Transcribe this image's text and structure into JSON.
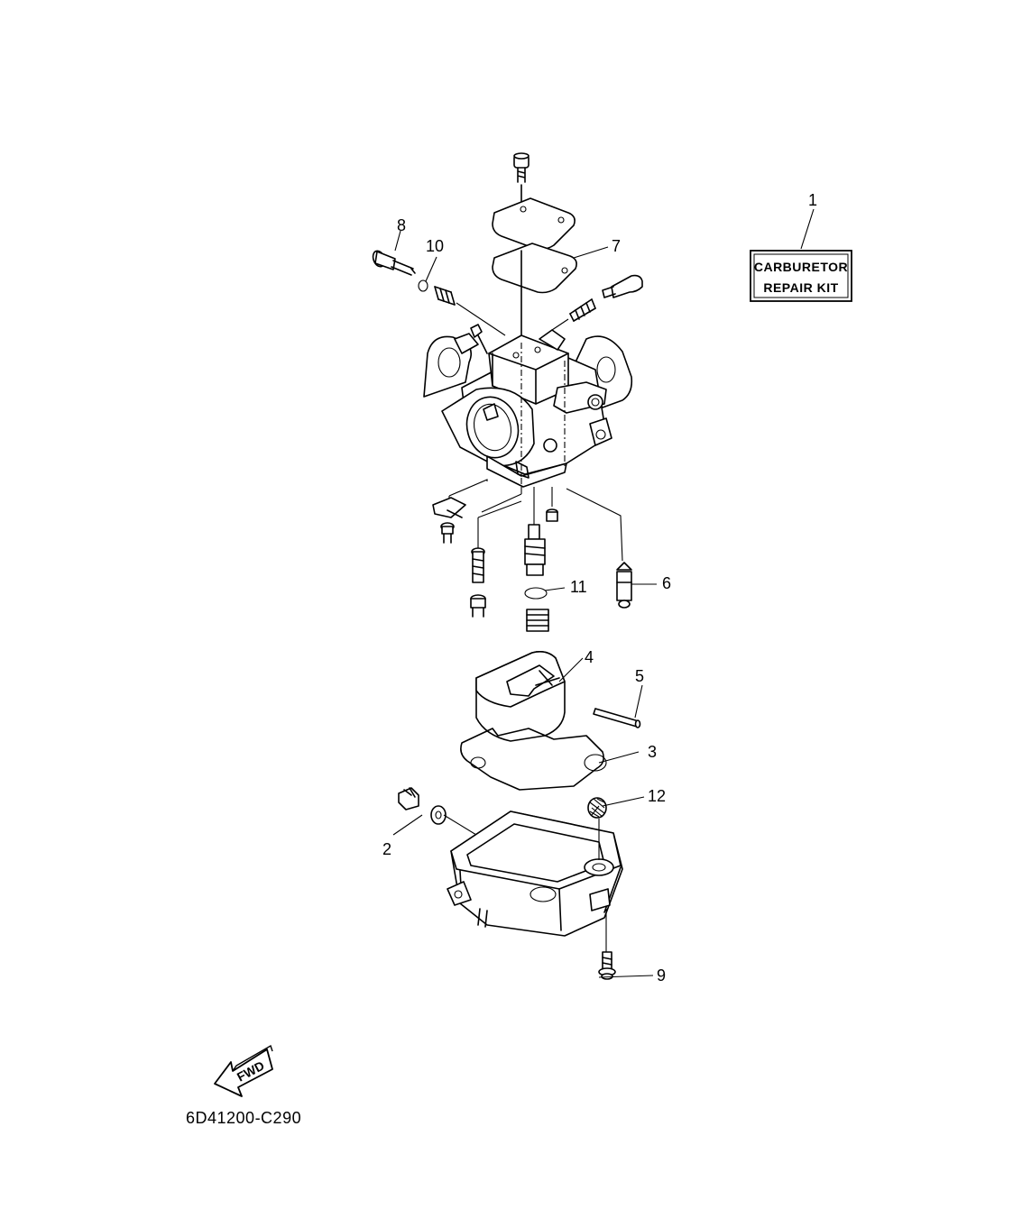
{
  "diagram": {
    "callouts": {
      "c1": "1",
      "c2": "2",
      "c3": "3",
      "c4": "4",
      "c5": "5",
      "c6": "6",
      "c7": "7",
      "c8": "8",
      "c9": "9",
      "c10": "10",
      "c11": "11",
      "c12": "12"
    },
    "kit_box": {
      "line1": "CARBURETOR",
      "line2": "REPAIR KIT"
    },
    "fwd_label": "FWD",
    "figure_code": "6D41200-C290"
  }
}
